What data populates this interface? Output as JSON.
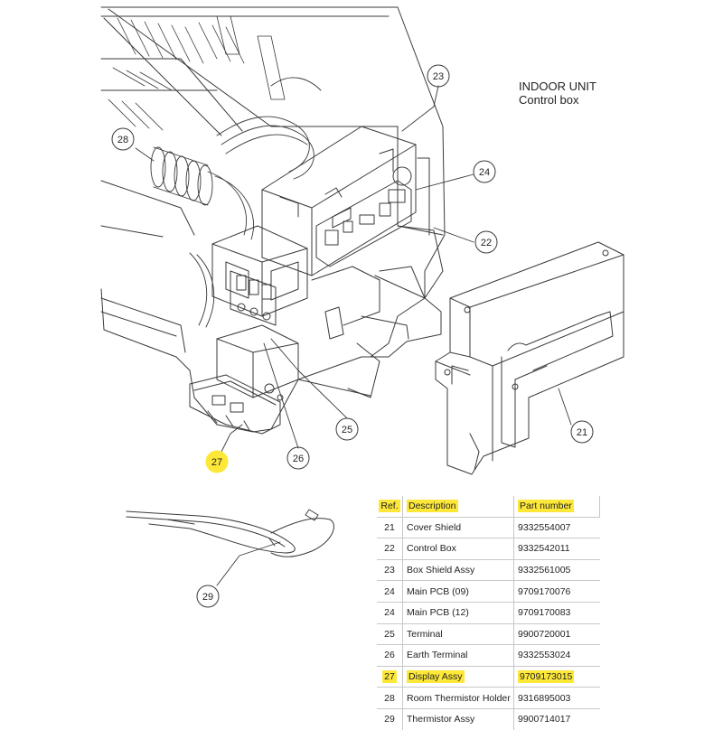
{
  "title": {
    "line1": "INDOOR UNIT",
    "line2": "Control box"
  },
  "callouts": [
    {
      "ref": "21",
      "highlighted": false
    },
    {
      "ref": "22",
      "highlighted": false
    },
    {
      "ref": "23",
      "highlighted": false
    },
    {
      "ref": "24",
      "highlighted": false
    },
    {
      "ref": "25",
      "highlighted": false
    },
    {
      "ref": "26",
      "highlighted": false
    },
    {
      "ref": "27",
      "highlighted": true
    },
    {
      "ref": "28",
      "highlighted": false
    },
    {
      "ref": "29",
      "highlighted": false
    }
  ],
  "table": {
    "headers": {
      "ref": "Ref.",
      "description": "Description",
      "part_number": "Part number"
    },
    "rows": [
      {
        "ref": "21",
        "description": "Cover Shield",
        "part_number": "9332554007",
        "highlighted": false
      },
      {
        "ref": "22",
        "description": "Control Box",
        "part_number": "9332542011",
        "highlighted": false
      },
      {
        "ref": "23",
        "description": "Box Shield Assy",
        "part_number": "9332561005",
        "highlighted": false
      },
      {
        "ref": "24",
        "description": "Main PCB (09)",
        "part_number": "9709170076",
        "highlighted": false
      },
      {
        "ref": "24",
        "description": "Main PCB (12)",
        "part_number": "9709170083",
        "highlighted": false
      },
      {
        "ref": "25",
        "description": "Terminal",
        "part_number": "9900720001",
        "highlighted": false
      },
      {
        "ref": "26",
        "description": "Earth Terminal",
        "part_number": "9332553024",
        "highlighted": false
      },
      {
        "ref": "27",
        "description": "Display Assy",
        "part_number": "9709173015",
        "highlighted": true
      },
      {
        "ref": "28",
        "description": "Room Thermistor Holder",
        "part_number": "9316895003",
        "highlighted": false
      },
      {
        "ref": "29",
        "description": "Thermistor Assy",
        "part_number": "9900714017",
        "highlighted": false
      }
    ]
  },
  "colors": {
    "highlight": "#fde83a",
    "line": "#3a3a3a"
  }
}
